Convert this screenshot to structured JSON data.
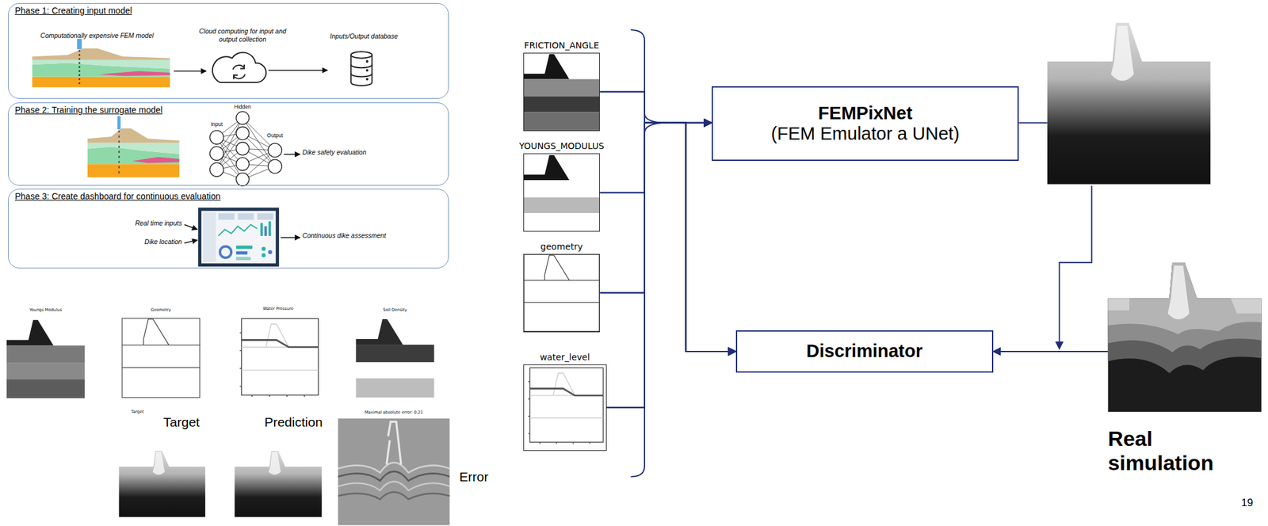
{
  "diagram": {
    "nodes": [
      {
        "text": [
          "Phase 1: Creating input model"
        ]
      },
      {
        "text": [
          "Phase 2: Training the surrogate model"
        ]
      },
      {
        "text": [
          "Phase 3: Create dashboard for continuous evaluation"
        ]
      },
      {
        "text": [
          "FRICTION_ANGLE"
        ]
      },
      {
        "text": [
          "YOUNGS_MODULUS"
        ]
      },
      {
        "text": [
          "geometry"
        ]
      },
      {
        "text": [
          "water_level"
        ]
      },
      {
        "text": [
          "FEMPixNet",
          "(FEM Emulator a UNet)"
        ]
      },
      {
        "text": [
          "Discriminator"
        ]
      },
      {
        "text": [
          "Real simulation"
        ]
      }
    ],
    "edges": [
      {
        "from": 3,
        "to": 7,
        "arrow": "to"
      },
      {
        "from": 4,
        "to": 7,
        "arrow": "to"
      },
      {
        "from": 5,
        "to": 7,
        "arrow": "to"
      },
      {
        "from": 6,
        "to": 7,
        "arrow": "to"
      },
      {
        "from": 3,
        "to": 8,
        "arrow": "to"
      },
      {
        "from": 4,
        "to": 8,
        "arrow": "to"
      },
      {
        "from": 5,
        "to": 8,
        "arrow": "to"
      },
      {
        "from": 6,
        "to": 8,
        "arrow": "to"
      },
      {
        "from": 9,
        "to": 8,
        "arrow": "to"
      }
    ],
    "labels": [
      "Computationally expensive FEM model",
      "Cloud computing for input and output collection",
      "Inputs/Output database",
      "Input",
      "Hidden",
      "Output",
      "Dike safety evaluation",
      "Real time inputs",
      "Dike location",
      "Continuous dike assessment",
      "Youngs Modulus",
      "Geometry",
      "Water Pressure",
      "Soil Density",
      "Target",
      "Maximal absolute error: 0.21",
      "Target",
      "Prediction",
      "Error",
      "19"
    ]
  }
}
